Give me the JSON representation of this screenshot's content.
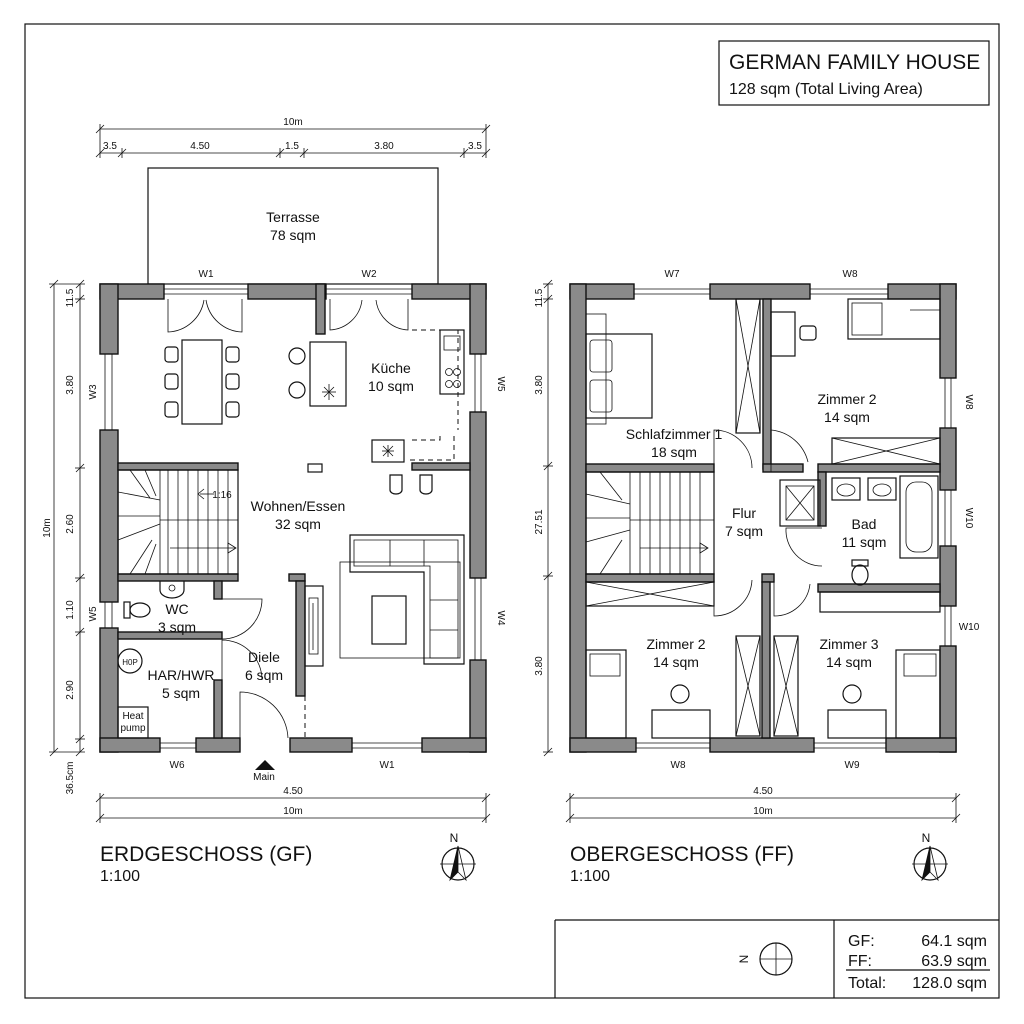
{
  "title": {
    "line1": "GERMAN FAMILY HOUSE",
    "line2": "128 sqm (Total Living Area)"
  },
  "gf": {
    "name": "ERDGESCHOSS (GF)",
    "scale": "1:100",
    "north": "N",
    "top_total": "10m",
    "top_segments": [
      "3.5",
      "4.50",
      "1.5",
      "3.80",
      "3.5"
    ],
    "left_total": "10m",
    "left_segments": [
      "11.5",
      "3.80",
      "2.60",
      "1.10",
      "2.90",
      "36.5cm"
    ],
    "bottom_inner": "4.50",
    "bottom_total": "10m",
    "windows": {
      "w1_top": "W1",
      "w2": "W2",
      "w3": "W3",
      "w5_right": "W5",
      "w5_left": "W5",
      "w4": "W4",
      "w6": "W6",
      "w1_bottom": "W1"
    },
    "entrance": "Main",
    "stair_label": "1:16",
    "rooms": {
      "terrace": {
        "name": "Terrasse",
        "area": "78 sqm"
      },
      "kitchen": {
        "name": "Küche",
        "area": "10 sqm"
      },
      "living": {
        "name": "Wohnen/Essen",
        "area": "32 sqm"
      },
      "wc": {
        "name": "WC",
        "area": "3 sqm"
      },
      "hallway": {
        "name": "Diele",
        "area": "6 sqm"
      },
      "utility": {
        "name": "HAR/HWR",
        "area": "5 sqm"
      }
    },
    "hop": "H0P",
    "heat_pump": [
      "Heat",
      "pump"
    ]
  },
  "ff": {
    "name": "OBERGESCHOSS (FF)",
    "scale": "1:100",
    "north": "N",
    "left_segments": [
      "11.5",
      "3.80",
      "27.51",
      "3.80"
    ],
    "bottom_inner": "4.50",
    "bottom_total": "10m",
    "windows": {
      "w7": "W7",
      "w8_top": "W8",
      "w8_right": "W8",
      "w10_a": "W10",
      "w10_b": "W10",
      "w8_bottom": "W8",
      "w9": "W9"
    },
    "rooms": {
      "master": {
        "name": "Schlafzimmer 1",
        "area": "18 sqm"
      },
      "room2_top": {
        "name": "Zimmer 2",
        "area": "14 sqm"
      },
      "hall": {
        "name": "Flur",
        "area": "7 sqm"
      },
      "bath": {
        "name": "Bad",
        "area": "11 sqm"
      },
      "room2_bottom": {
        "name": "Zimmer 2",
        "area": "14 sqm"
      },
      "room3": {
        "name": "Zimmer 3",
        "area": "14 sqm"
      }
    }
  },
  "summary": {
    "north": "N",
    "rows": [
      {
        "label": "GF:",
        "value": "64.1 sqm"
      },
      {
        "label": "FF:",
        "value": "63.9 sqm"
      },
      {
        "label": "Total:",
        "value": "128.0 sqm"
      }
    ]
  }
}
